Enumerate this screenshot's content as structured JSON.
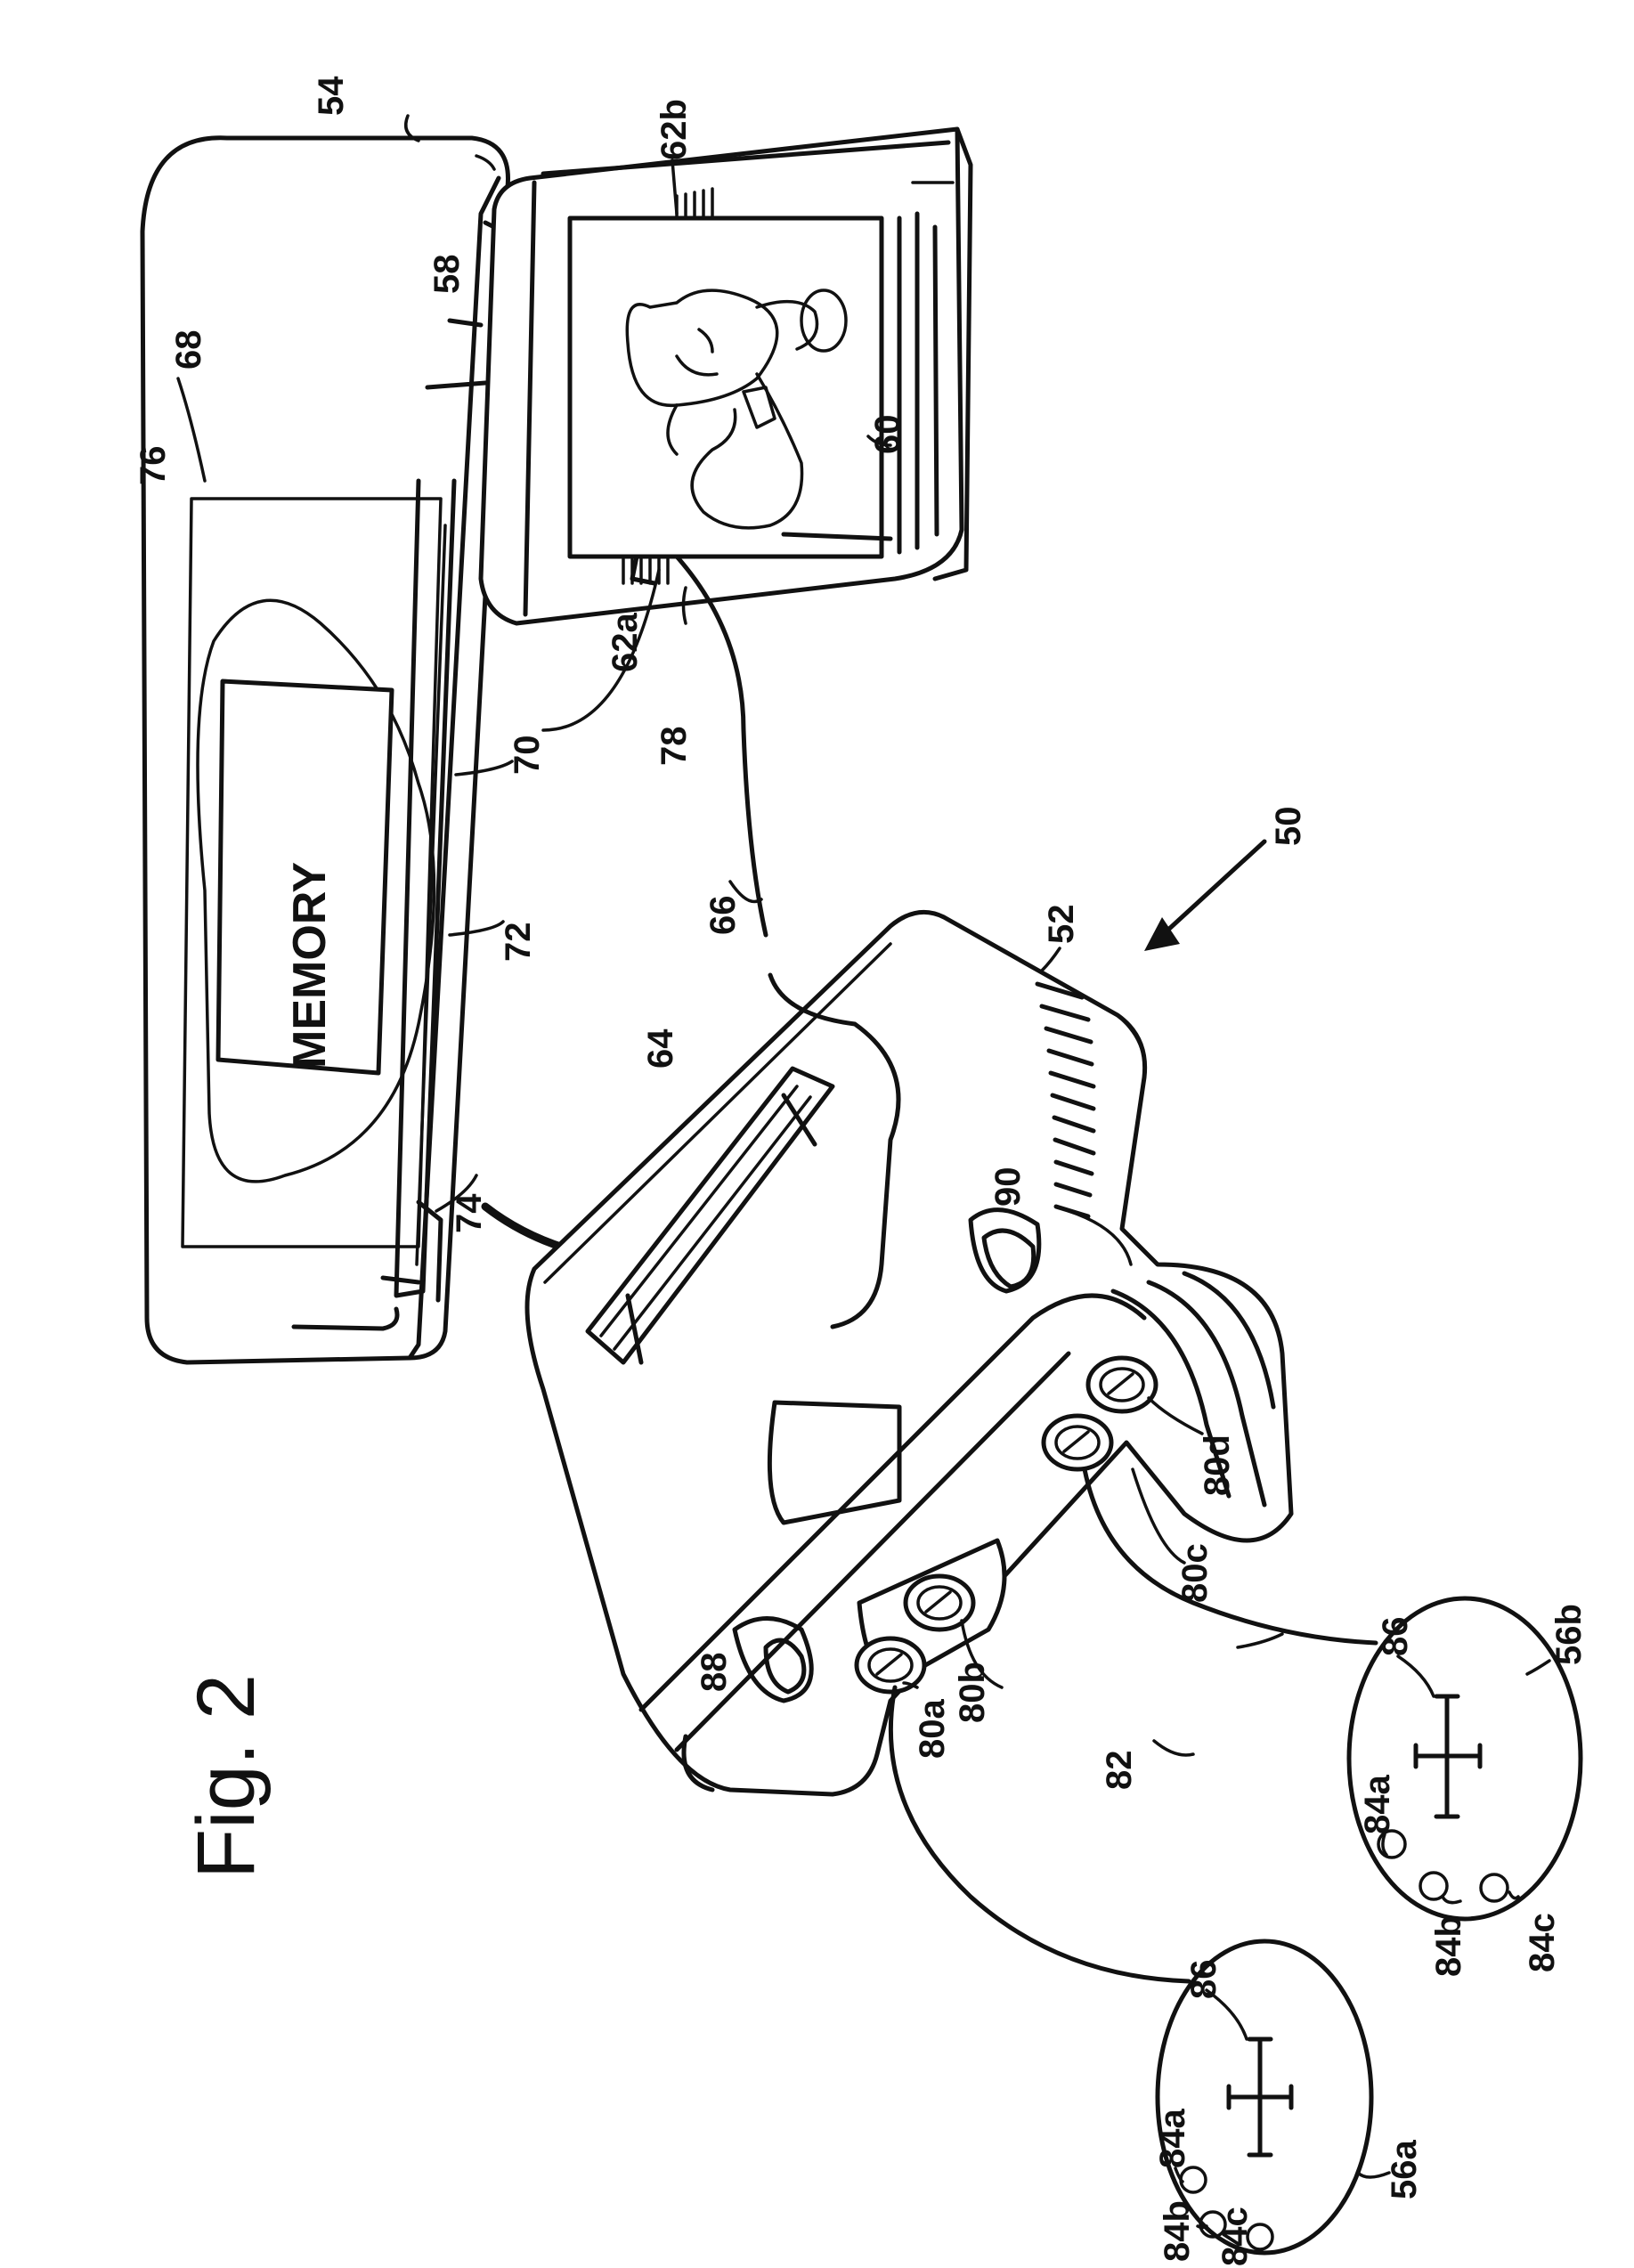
{
  "figure": {
    "title": "Fig. 2",
    "memory_label": "MEMORY"
  },
  "labels": {
    "system": "50",
    "console": "52",
    "memory_pack": "54",
    "controller_a": "56a",
    "controller_b": "56b",
    "game_cartridge": "58",
    "cartridge_label": "60",
    "contact_a": "62a",
    "contact_b": "62b",
    "slot": "64",
    "console_top": "66",
    "pack_top": "68",
    "connector_70": "70",
    "connector_72": "72",
    "connector_74": "74",
    "memory_area": "76",
    "cable": "78",
    "port_a": "80a",
    "port_b": "80b",
    "port_c": "80c",
    "port_d": "80d",
    "front_panel": "82",
    "button_a": "84a",
    "button_b": "84b",
    "button_c": "84c",
    "dpad": "86",
    "switch_88": "88",
    "switch_90": "90"
  }
}
